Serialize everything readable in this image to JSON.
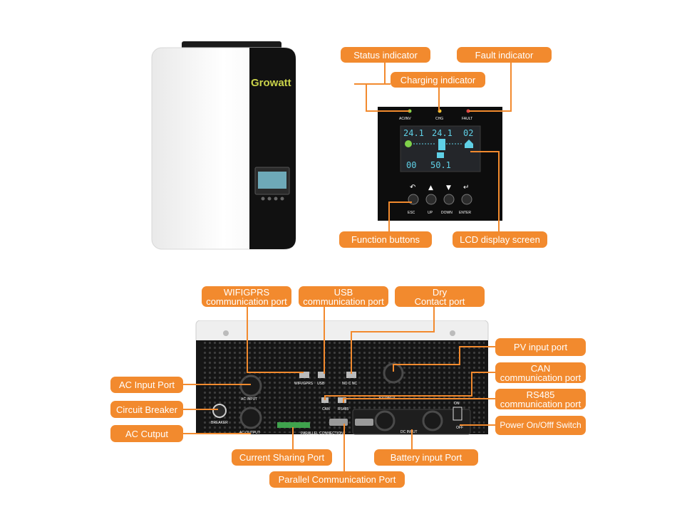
{
  "brand": {
    "logo_text": "Growatt"
  },
  "top_callouts": {
    "status": "Status indicator",
    "charging": "Charging indicator",
    "fault": "Fault indicator",
    "function_buttons": "Function buttons",
    "lcd_screen": "LCD display screen"
  },
  "panel": {
    "indicators": [
      "AC/INV",
      "CHG",
      "FAULT"
    ],
    "buttons": [
      "ESC",
      "UP",
      "DOWN",
      "ENTER"
    ],
    "lcd_values": {
      "top_left": "24.1",
      "top_mid": "24.1",
      "top_right": "02",
      "bottom_left": "00",
      "bottom_mid": "50.1"
    }
  },
  "bottom_callouts": {
    "wifi": {
      "line1": "WIFIGPRS",
      "line2": "communication port"
    },
    "usb": {
      "line1": "USB",
      "line2": "communication port"
    },
    "dry": {
      "line1": "Dry",
      "line2": "Contact port"
    },
    "pv_input": "PV input port",
    "can": {
      "line1": "CAN",
      "line2": "communication port"
    },
    "rs485": {
      "line1": "RS485",
      "line2": "communication port"
    },
    "power_switch": "Power On/Offf Switch",
    "ac_input": "AC Input Port",
    "circuit_breaker": "Circuit Breaker",
    "ac_output": "AC Cutput",
    "current_sharing": "Current Sharing Port",
    "battery_input": "Battery input Port",
    "parallel_comm": "Parallel Communication Port"
  },
  "unit_labels": {
    "ac_input": "AC INPUT",
    "breaker": "BREAKER",
    "ac_output": "AC OUTPUT",
    "wifigprs": "WIFI/GPRS",
    "usb": "USB",
    "dry": "NO C NC",
    "pv_input": "PV INPUT",
    "can": "CAN",
    "rs485": "RS485",
    "parallel": "PARALLEL CONNECTION",
    "dc_input": "DC INPUT",
    "on": "ON",
    "off": "OFF"
  },
  "colors": {
    "accent": "#f28a2e",
    "lcd_cyan": "#5fd0e6",
    "body_black": "#141414"
  }
}
